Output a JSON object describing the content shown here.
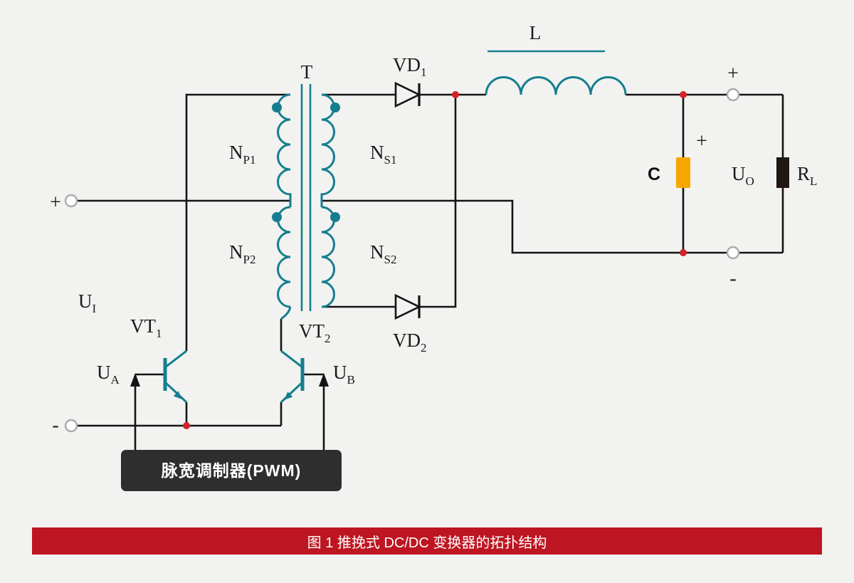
{
  "diagram": {
    "pwm_label": "脉宽调制器(PWM)",
    "title_caption": "图 1  推挽式 DC/DC 变换器的拓扑结构"
  },
  "labels": {
    "transformer": {
      "main": "T",
      "sub": ""
    },
    "np1": {
      "main": "N",
      "sub": "P1"
    },
    "np2": {
      "main": "N",
      "sub": "P2"
    },
    "ns1": {
      "main": "N",
      "sub": "S1"
    },
    "ns2": {
      "main": "N",
      "sub": "S2"
    },
    "vd1": {
      "main": "VD",
      "sub": "1"
    },
    "vd2": {
      "main": "VD",
      "sub": "2"
    },
    "vt1": {
      "main": "VT",
      "sub": "1"
    },
    "vt2": {
      "main": "VT",
      "sub": "2"
    },
    "inductor": {
      "main": "L",
      "sub": ""
    },
    "capacitor": {
      "main": "C",
      "sub": ""
    },
    "load": {
      "main": "R",
      "sub": "L"
    },
    "ui": {
      "main": "U",
      "sub": "I"
    },
    "ua": {
      "main": "U",
      "sub": "A"
    },
    "ub": {
      "main": "U",
      "sub": "B"
    },
    "uo": {
      "main": "U",
      "sub": "O"
    }
  },
  "terminals": {
    "input_plus": "+",
    "input_minus": "-",
    "output_plus": "+",
    "output_minus": "-",
    "capacitor_plus": "+"
  },
  "colors": {
    "teal": "#147e8f",
    "wire": "#141414",
    "dot-red": "#d62128",
    "banner": "#bd1622",
    "cap-orange": "#f7a600",
    "pwm-bg": "#2e2e2e",
    "bg": "#f2f2f0",
    "term": "#ababab",
    "rl": "#201712",
    "label": "#1a1a1a"
  }
}
